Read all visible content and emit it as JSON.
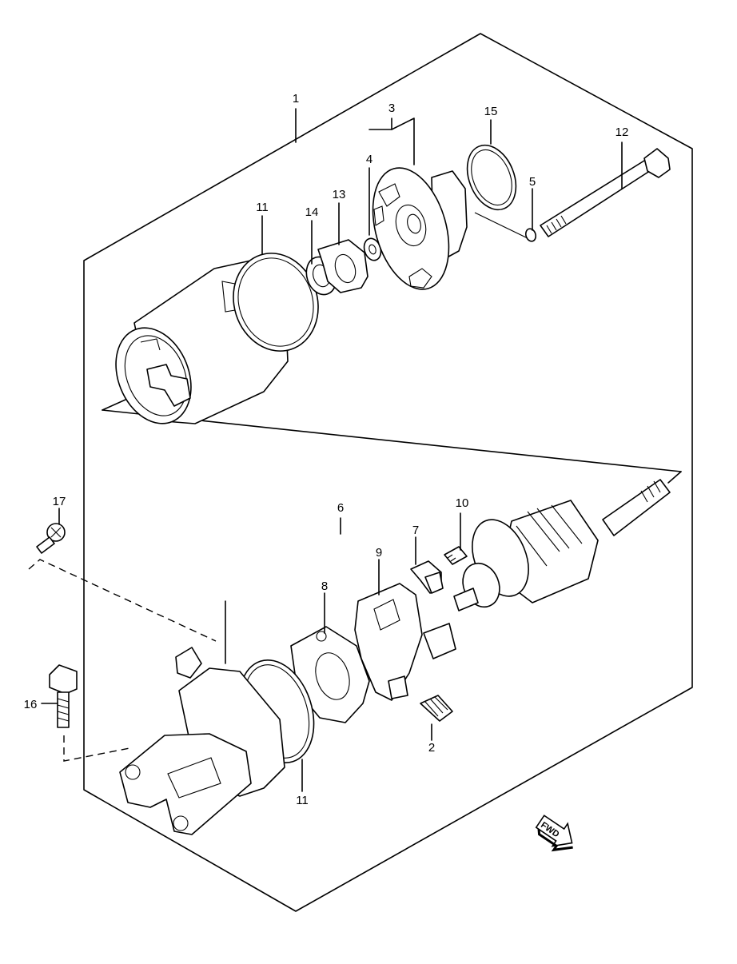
{
  "callouts": {
    "c1": "1",
    "c2": "2",
    "c3": "3",
    "c4": "4",
    "c5": "5",
    "c6": "6",
    "c7": "7",
    "c8": "8",
    "c9": "9",
    "c10": "10",
    "c11_top": "11",
    "c11_bottom": "11",
    "c12": "12",
    "c13": "13",
    "c14": "14",
    "c15": "15",
    "c16": "16",
    "c17": "17"
  },
  "fwd_arrow": {
    "label": "FWD"
  }
}
